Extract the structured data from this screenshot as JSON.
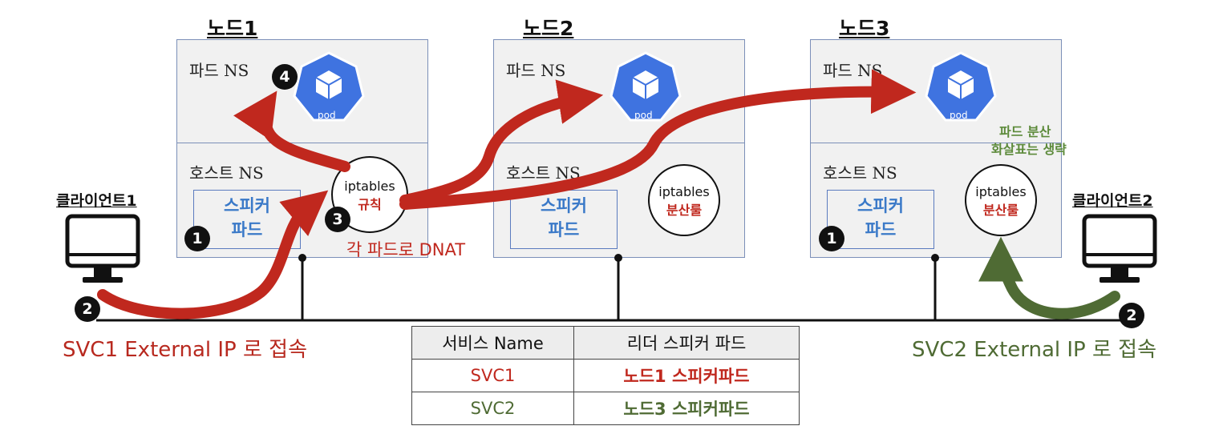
{
  "nodes": [
    {
      "title": "노드1",
      "pod_ns": "파드 NS",
      "host_ns": "호스트 NS",
      "speaker_line1": "스피커",
      "speaker_line2": "파드",
      "iptables": "iptables",
      "iptables_rule": "규칙",
      "pod_label": "pod"
    },
    {
      "title": "노드2",
      "pod_ns": "파드 NS",
      "host_ns": "호스트 NS",
      "speaker_line1": "스피커",
      "speaker_line2": "파드",
      "iptables": "iptables",
      "iptables_rule": "분산룰",
      "pod_label": "pod"
    },
    {
      "title": "노드3",
      "pod_ns": "파드 NS",
      "host_ns": "호스트 NS",
      "speaker_line1": "스피커",
      "speaker_line2": "파드",
      "iptables": "iptables",
      "iptables_rule": "분산룰",
      "pod_label": "pod"
    }
  ],
  "clients": [
    {
      "label": "클라이언트1",
      "access_text": "SVC1 External IP 로 접속"
    },
    {
      "label": "클라이언트2",
      "access_text": "SVC2 External IP 로 접속"
    }
  ],
  "badges": {
    "one": "1",
    "two": "2",
    "three": "3",
    "four": "4"
  },
  "annotations": {
    "dnat": "각 파드로 DNAT",
    "omit_line1": "파드 분산",
    "omit_line2": "화살표는 생략"
  },
  "table": {
    "headers": [
      "서비스 Name",
      "리더 스피커 파드"
    ],
    "rows": [
      {
        "service": "SVC1",
        "leader": "노드1 스피커파드"
      },
      {
        "service": "SVC2",
        "leader": "노드3 스피커파드"
      }
    ]
  },
  "colors": {
    "red": "#c0281e",
    "green": "#4f6b34",
    "pod_blue": "#3f73e0",
    "speaker_blue": "#3a79c8"
  }
}
